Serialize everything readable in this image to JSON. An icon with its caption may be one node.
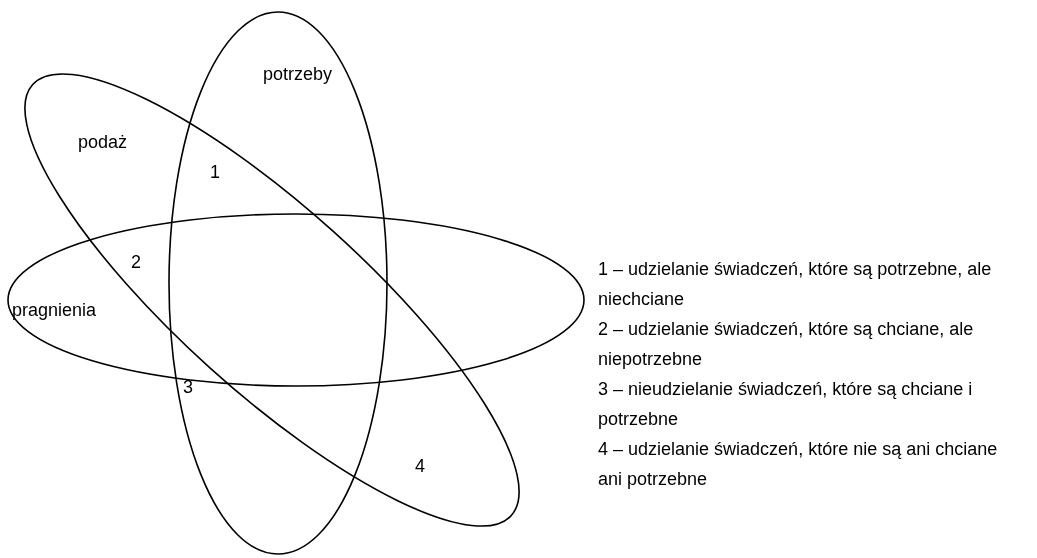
{
  "diagram": {
    "nodes": [
      {
        "text": [
          "podaż"
        ]
      },
      {
        "text": [
          "potrzeby"
        ]
      },
      {
        "text": [
          "pragnienia"
        ]
      }
    ],
    "labels": [
      "1",
      "2",
      "3",
      "4",
      "1 – udzielanie świadczeń, które są potrzebne, ale niechciane",
      "2 – udzielanie świadczeń, które są chciane, ale niepotrzebne",
      "3 – nieudzielanie świadczeń, które są chciane i potrzebne",
      "4 – udzielanie świadczeń, które nie są ani chciane ani potrzebne"
    ]
  }
}
